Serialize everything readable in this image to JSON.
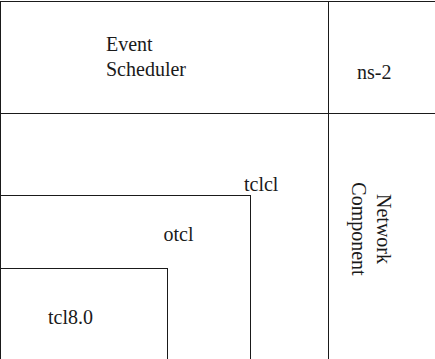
{
  "diagram": {
    "nodes": [
      {
        "text": [
          "Event Scheduler"
        ]
      },
      {
        "text": [
          "ns-2"
        ]
      },
      {
        "text": [
          "tclcl"
        ]
      },
      {
        "text": [
          "otcl"
        ],
        "in": 2
      },
      {
        "text": [
          "tcl8.0"
        ],
        "in": 3
      },
      {
        "text": [
          "Network Component"
        ]
      }
    ]
  }
}
